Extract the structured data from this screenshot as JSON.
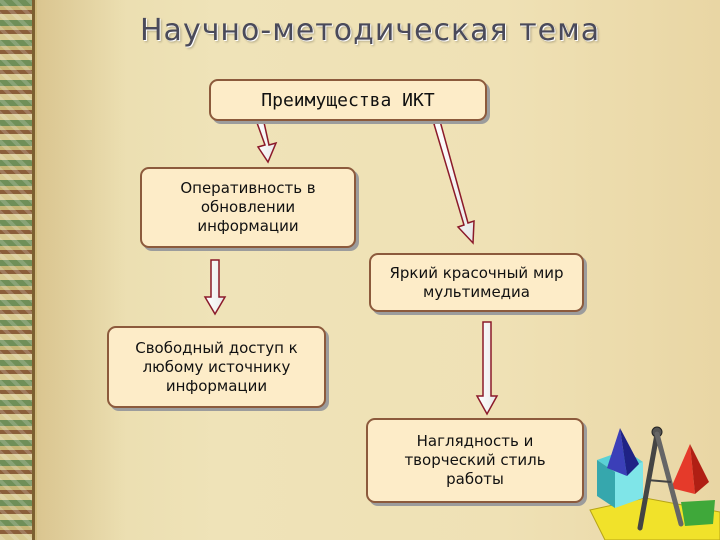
{
  "title": "Научно-методическая тема",
  "diagram": {
    "root": "Преимущества ИКТ",
    "nodes": [
      {
        "id": "n1",
        "text": "Оперативность в обновлении информации"
      },
      {
        "id": "n2",
        "text": "Яркий красочный мир мультимедиа"
      },
      {
        "id": "n3",
        "text": "Свободный доступ к любому источнику информации"
      },
      {
        "id": "n4",
        "text": "Наглядность и творческий стиль работы"
      }
    ],
    "edges": [
      [
        "root",
        "n1"
      ],
      [
        "root",
        "n2"
      ],
      [
        "n1",
        "n3"
      ],
      [
        "n2",
        "n4"
      ]
    ]
  },
  "colors": {
    "box_fill": "#fdecc8",
    "box_border": "#8c5a3c",
    "arrow_fill": "#ffffff",
    "arrow_stroke": "#8b1a2a",
    "title_text": "#4a4a5a"
  },
  "decoration": {
    "left_border": "patterned-ornament-strip",
    "illustration": "geometric-shapes-and-compass"
  }
}
